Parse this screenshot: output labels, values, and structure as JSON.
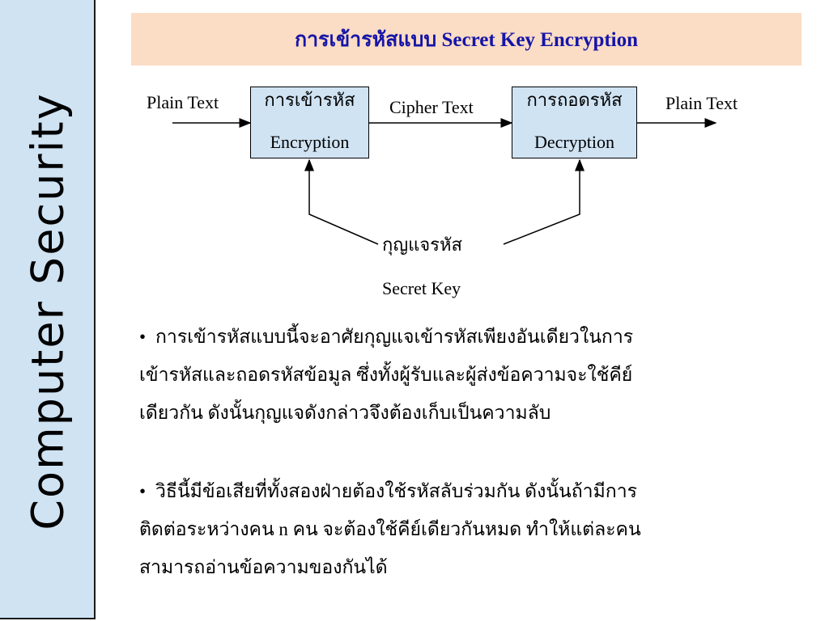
{
  "sidebar": {
    "title": "Computer Security"
  },
  "header": {
    "title": "การเข้ารหัสแบบ Secret Key Encryption"
  },
  "diagram": {
    "input_label": "Plain Text",
    "encrypt_box": {
      "thai": "การเข้ารหัส",
      "english": "Encryption"
    },
    "cipher_label": "Cipher Text",
    "decrypt_box": {
      "thai": "การถอดรหัส",
      "english": "Decryption"
    },
    "output_label": "Plain Text",
    "key": {
      "thai": "กุญแจรหัส",
      "english": "Secret Key"
    }
  },
  "bullets": [
    {
      "marker": "•",
      "lines": [
        "การเข้ารหัสแบบนี้จะอาศัยกุญแจเข้ารหัสเพียงอันเดียวในการ",
        "เข้ารหัสและถอดรหัสข้อมูล ซึ่งทั้งผู้รับและผู้ส่งข้อความจะใช้คีย์",
        "เดียวกัน ดังนั้นกุญแจดังกล่าวจึงต้องเก็บเป็นความลับ"
      ]
    },
    {
      "marker": "•",
      "lines": [
        "วิธีนี้มีข้อเสียที่ทั้งสองฝ่ายต้องใช้รหัสลับร่วมกัน ดังนั้นถ้ามีการ",
        "ติดต่อระหว่างคน n คน จะต้องใช้คีย์เดียวกันหมด ทำให้แต่ละคน",
        "สามารถอ่านข้อความของกันได้"
      ]
    }
  ]
}
